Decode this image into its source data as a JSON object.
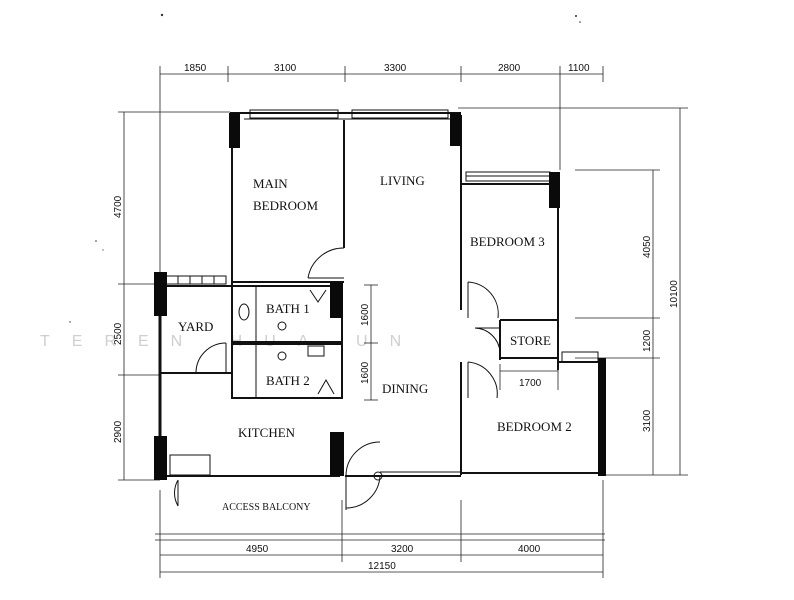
{
  "rooms": {
    "main_bedroom_1": "MAIN",
    "main_bedroom_2": "BEDROOM",
    "living": "LIVING",
    "bedroom3": "BEDROOM  3",
    "bath1": "BATH  1",
    "bath2": "BATH  2",
    "yard": "YARD",
    "store": "STORE",
    "dining": "DINING",
    "kitchen": "KITCHEN",
    "bedroom2": "BEDROOM  2",
    "access_balcony": "ACCESS BALCONY"
  },
  "dimensions": {
    "top": [
      "1850",
      "3100",
      "3300",
      "2800",
      "1100"
    ],
    "left": [
      "4700",
      "2500",
      "2900"
    ],
    "right_inner": [
      "4050",
      "1200",
      "3100"
    ],
    "right_overall": "10100",
    "center_vertical": [
      "1600",
      "1600"
    ],
    "store_width": "1700",
    "bottom": [
      "4950",
      "3200",
      "4000"
    ],
    "bottom_total": "12150"
  },
  "watermark": "TEREN  HUA  UN"
}
